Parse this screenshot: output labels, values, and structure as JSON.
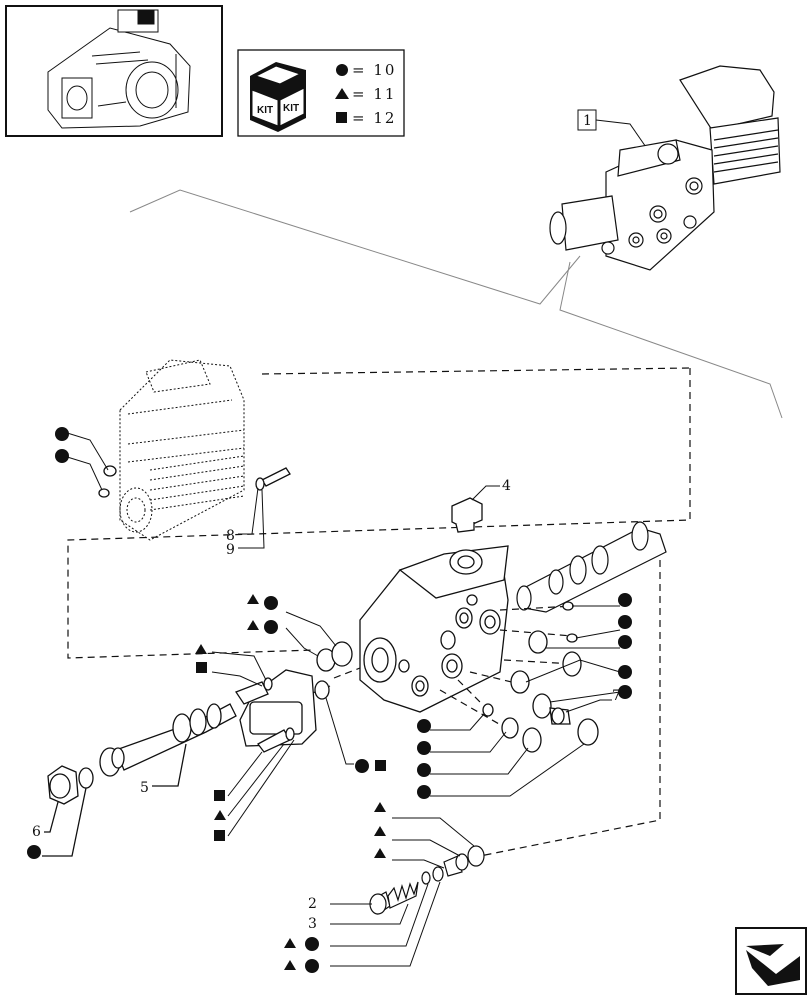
{
  "legend": {
    "kit_label": "KIT",
    "rows": [
      {
        "symbol": "circle",
        "text": "= 10"
      },
      {
        "symbol": "triangle",
        "text": "= 11"
      },
      {
        "symbol": "square",
        "text": "= 12"
      }
    ]
  },
  "ref_box": "1",
  "callouts": [
    "2",
    "3",
    "4",
    "5",
    "6",
    "7",
    "8",
    "9"
  ]
}
